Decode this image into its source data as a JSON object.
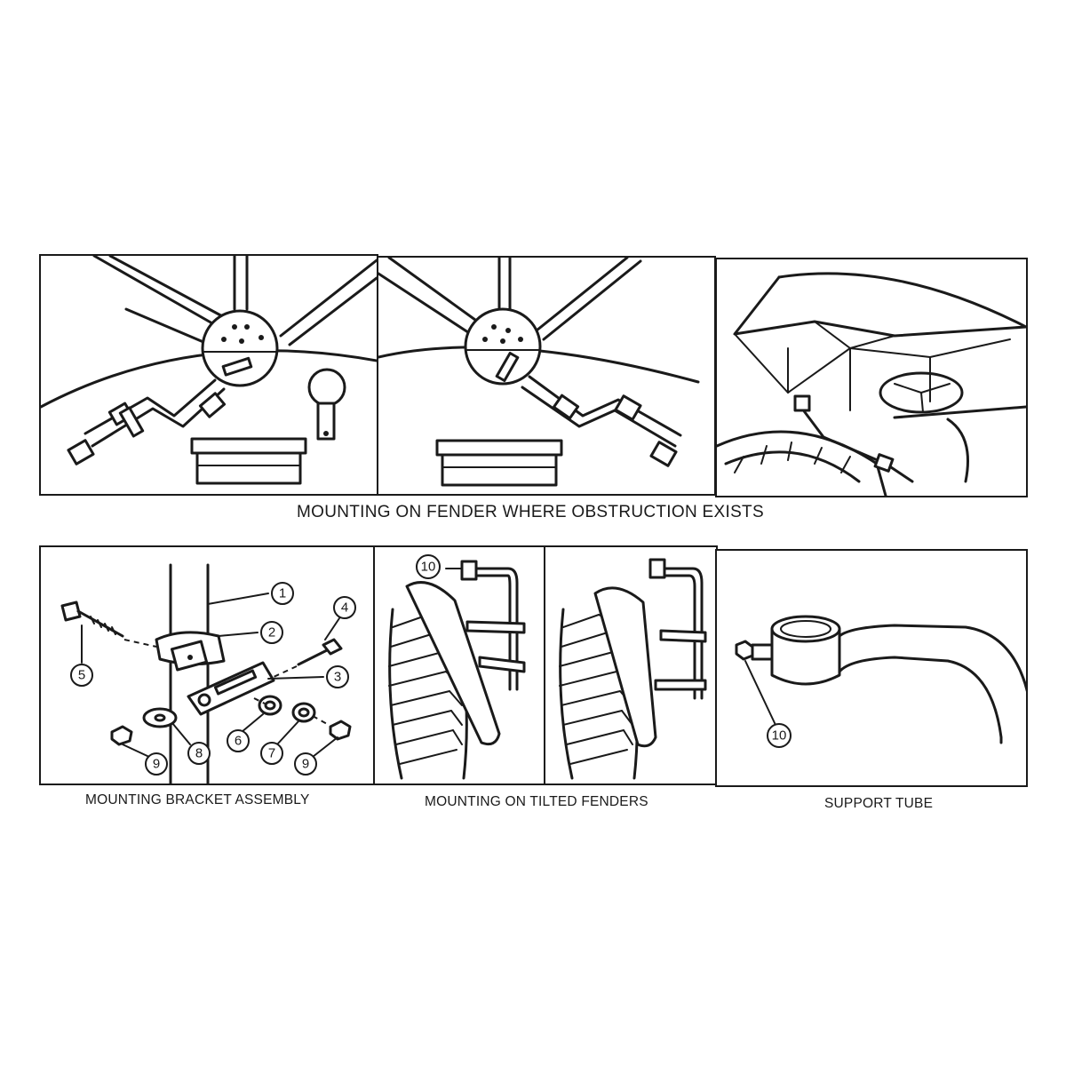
{
  "captions": {
    "top": "MOUNTING ON FENDER WHERE OBSTRUCTION EXISTS",
    "bracket_assembly": "MOUNTING BRACKET ASSEMBLY",
    "tilted_fenders": "MOUNTING ON TILTED FENDERS",
    "support_tube": "SUPPORT TUBE"
  },
  "callouts": {
    "c1": "1",
    "c2": "2",
    "c3": "3",
    "c4": "4",
    "c5": "5",
    "c6": "6",
    "c7": "7",
    "c8": "8",
    "c9a": "9",
    "c9b": "9",
    "c10_tilted": "10",
    "c10_tube": "10"
  }
}
